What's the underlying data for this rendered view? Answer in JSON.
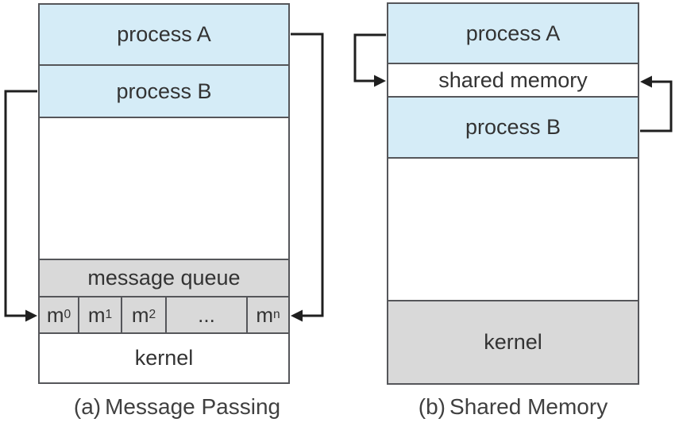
{
  "figure": {
    "panel_a": {
      "caption_prefix": "(a)",
      "caption_text": "Message Passing",
      "boxes": {
        "process_a": "process A",
        "process_b": "process B",
        "message_queue": "message queue",
        "kernel": "kernel"
      },
      "queue_cells": [
        {
          "base": "m",
          "sub": "0"
        },
        {
          "base": "m",
          "sub": "1"
        },
        {
          "base": "m",
          "sub": "2"
        },
        {
          "base": "...",
          "sub": ""
        },
        {
          "base": "m",
          "sub": "n"
        }
      ]
    },
    "panel_b": {
      "caption_prefix": "(b)",
      "caption_text": "Shared Memory",
      "boxes": {
        "process_a": "process A",
        "shared_memory": "shared memory",
        "process_b": "process B",
        "kernel": "kernel"
      }
    },
    "colors": {
      "process_fill": "#d5ecf7",
      "queue_fill": "#d9d9d9",
      "border": "#55565a",
      "arrow": "#1f1f1f",
      "label_text": "#333333",
      "caption_text": "#404040",
      "background": "#ffffff"
    }
  }
}
